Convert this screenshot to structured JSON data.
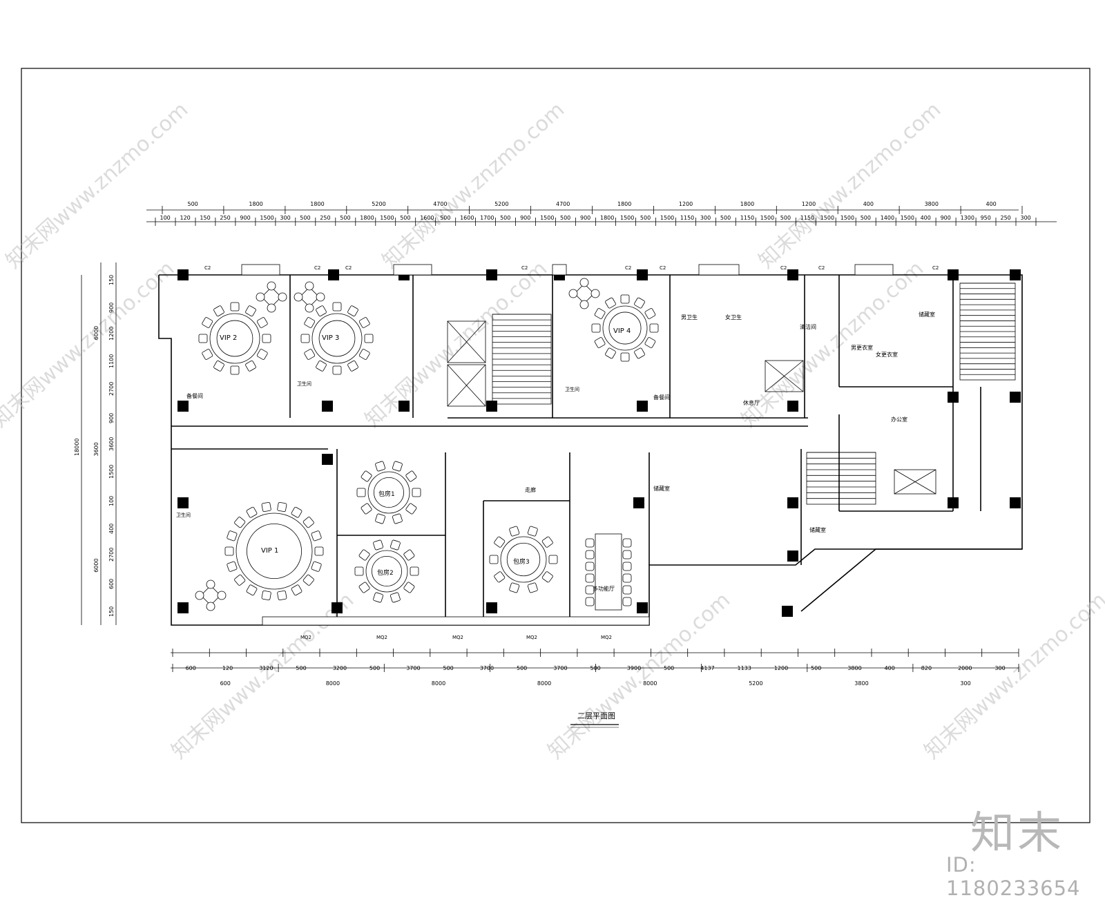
{
  "drawing": {
    "title": "二层平面图",
    "rooms": {
      "vip2": "VIP 2",
      "vip3": "VIP 3",
      "vip4": "VIP 4",
      "vip1": "VIP 1",
      "room1": "包房1",
      "room2": "包房2",
      "room3": "包房3",
      "multi": "多功能厅",
      "pantry1": "备餐间",
      "pantry2": "备餐间",
      "store1": "储藏室",
      "store2": "储藏室",
      "store3": "储藏室",
      "office": "办公室",
      "wc_m": "男卫生",
      "wc_f": "女卫生",
      "cleaning": "清洁间",
      "dressing1": "男更衣室",
      "dressing2": "女更衣室",
      "wc_a": "卫生间",
      "wc_b": "卫生间",
      "wc_c": "卫生间",
      "lobby": "休息厅",
      "corridor": "走廊"
    },
    "window_tags": {
      "top": "C2",
      "bottom": "MQ2"
    },
    "dims": {
      "top_row1": [
        "500",
        "1800",
        "1800",
        "5200",
        "4700",
        "5200",
        "4700",
        "1800",
        "1200",
        "1800",
        "1200",
        "400",
        "3800",
        "400"
      ],
      "top_row2": [
        "100",
        "120",
        "150",
        "250",
        "900",
        "1500",
        "300",
        "500",
        "250",
        "500",
        "1800",
        "1500",
        "500",
        "1600",
        "500",
        "1600",
        "1700",
        "500",
        "900",
        "1500",
        "500",
        "900",
        "1800",
        "1500",
        "500",
        "1500",
        "1150",
        "300",
        "500",
        "1150",
        "1500",
        "500",
        "1150",
        "1500",
        "1500",
        "500",
        "1400",
        "1500",
        "400",
        "900",
        "1300",
        "950",
        "250",
        "300"
      ],
      "bottom_row1": [
        "600",
        "120",
        "3120",
        "500",
        "3200",
        "500",
        "3700",
        "500",
        "3700",
        "500",
        "3700",
        "500",
        "3900",
        "500",
        "4137",
        "1133",
        "1200",
        "500",
        "3800",
        "400",
        "820",
        "2000",
        "300"
      ],
      "bottom_row2": [
        "600",
        "8000",
        "8000",
        "8000",
        "8000",
        "5200",
        "3800",
        "300"
      ],
      "left_total": "18000",
      "left_col1": [
        "6000",
        "3600",
        "6000"
      ],
      "left_col2": [
        "150",
        "900",
        "1200",
        "1100",
        "2700",
        "900",
        "3600",
        "1500",
        "100",
        "400",
        "2700",
        "600",
        "150"
      ]
    }
  },
  "watermark": {
    "site": "知末网www.znzmo.com",
    "logo": "知末",
    "id": "ID: 1180233654"
  }
}
